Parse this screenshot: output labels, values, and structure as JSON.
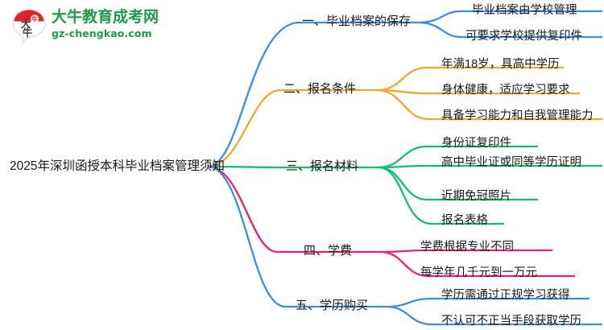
{
  "logo": {
    "mark_text": "大牛",
    "name": "大牛教育成考网",
    "url": "gz-chengkao.com",
    "brand_green": "#1d9a4a",
    "brand_red": "#d8262c"
  },
  "mindmap": {
    "root": "2025年深圳函授本科毕业档案管理须知",
    "colors": {
      "blue": "#3a8ee6",
      "orange": "#f0a82a",
      "green": "#10c06c",
      "pink": "#ef1c78"
    },
    "branches": [
      {
        "label": "一、毕业档案的保存",
        "color": "#3a8ee6",
        "children": [
          "毕业档案由学校管理",
          "可要求学校提供复印件"
        ]
      },
      {
        "label": "二、报名条件",
        "color": "#f0a82a",
        "children": [
          "年满18岁，具高中学历",
          "身体健康，适应学习要求",
          "具备学习能力和自我管理能力"
        ]
      },
      {
        "label": "三、报名材料",
        "color": "#10c06c",
        "children": [
          "身份证复印件",
          "高中毕业证或同等学历证明",
          "近期免冠照片",
          "报名表格"
        ]
      },
      {
        "label": "四、学费",
        "color": "#ef1c78",
        "children": [
          "学费根据专业不同",
          "每学年几千元到一万元"
        ]
      },
      {
        "label": "五、学历购买",
        "color": "#3a8ee6",
        "children": [
          "学历需通过正规学习获得",
          "不认可不正当手段获取学历"
        ]
      }
    ]
  }
}
